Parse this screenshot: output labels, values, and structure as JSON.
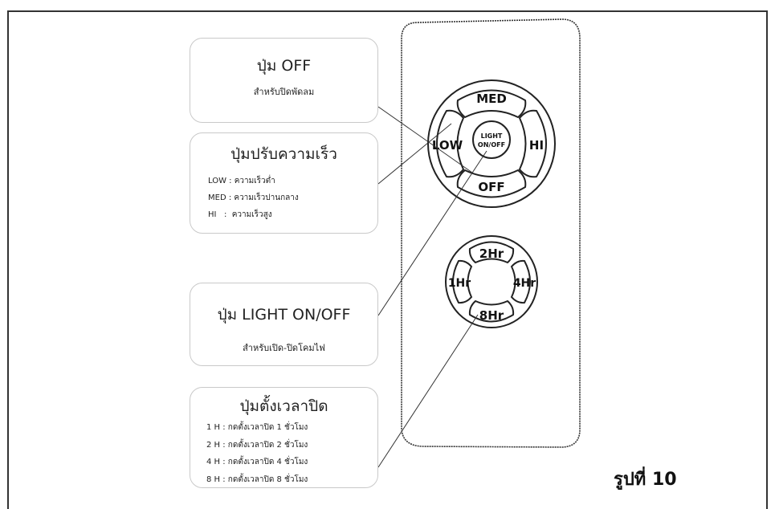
{
  "callouts": {
    "off": {
      "title": "ปุ่ม OFF",
      "subtitle": "สำหรับปิดพัดลม"
    },
    "speed": {
      "title": "ปุ่มปรับความเร็ว",
      "lines": [
        "LOW : ความเร็วต่ำ",
        "MED : ความเร็วปานกลาง",
        "HI   :  ความเร็วสูง"
      ]
    },
    "light": {
      "title": "ปุ่ม LIGHT ON/OFF",
      "subtitle": "สำหรับเปิด-ปิดโคมไฟ"
    },
    "timer": {
      "title": "ปุ่มตั้งเวลาปิด",
      "lines": [
        "1 H : กดตั้งเวลาปิด 1 ชั่วโมง",
        "2 H : กดตั้งเวลาปิด 2 ชั่วโมง",
        "4 H : กดตั้งเวลาปิด 4 ชั่วโมง",
        "8 H : กดตั้งเวลาปิด 8 ชั่วโมง"
      ]
    }
  },
  "remote": {
    "speed_buttons": {
      "top": "MED",
      "left": "LOW",
      "right": "HI",
      "bottom": "OFF",
      "center_line1": "LIGHT",
      "center_line2": "ON/OFF"
    },
    "timer_buttons": {
      "top": "2Hr",
      "left": "1Hr",
      "right": "4Hr",
      "bottom": "8Hr"
    }
  },
  "figure_label": "รูปที่ 10"
}
